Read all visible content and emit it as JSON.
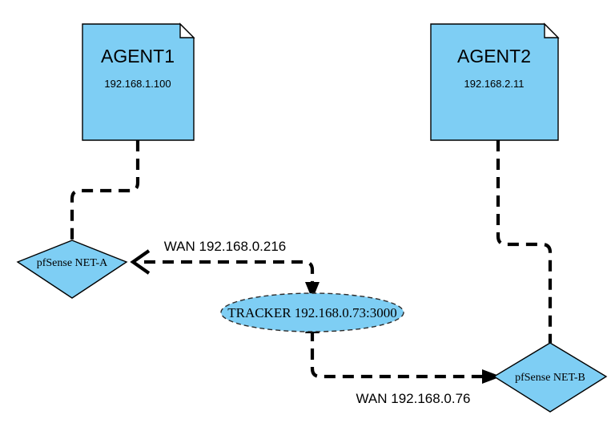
{
  "diagram": {
    "type": "network-topology",
    "background": "#ffffff",
    "node_fill": "#7ecef4",
    "node_stroke": "#000000",
    "edge_color": "#000000",
    "nodes": [
      {
        "id": "agent1",
        "shape": "note",
        "title": "AGENT1",
        "ip": "192.168.1.100"
      },
      {
        "id": "agent2",
        "shape": "note",
        "title": "AGENT2",
        "ip": "192.168.2.11"
      },
      {
        "id": "pfsense-net-a",
        "shape": "diamond",
        "label": "pfSense NET-A"
      },
      {
        "id": "pfsense-net-b",
        "shape": "diamond",
        "label": "pfSense NET-B"
      },
      {
        "id": "tracker",
        "shape": "ellipse-dashed",
        "label": "TRACKER 192.168.0.73:3000"
      }
    ],
    "edges": [
      {
        "id": "agent1-to-net-a",
        "from": "agent1",
        "to": "pfsense-net-a",
        "style": "dashed",
        "label": ""
      },
      {
        "id": "agent2-to-net-b",
        "from": "agent2",
        "to": "pfsense-net-b",
        "style": "dashed",
        "label": ""
      },
      {
        "id": "net-a-tracker",
        "from": "pfsense-net-a",
        "to": "tracker",
        "style": "dashed-bidirectional",
        "label": "WAN 192.168.0.216"
      },
      {
        "id": "net-b-tracker",
        "from": "pfsense-net-b",
        "to": "tracker",
        "style": "dashed-bidirectional",
        "label": "WAN 192.168.0.76"
      }
    ]
  }
}
